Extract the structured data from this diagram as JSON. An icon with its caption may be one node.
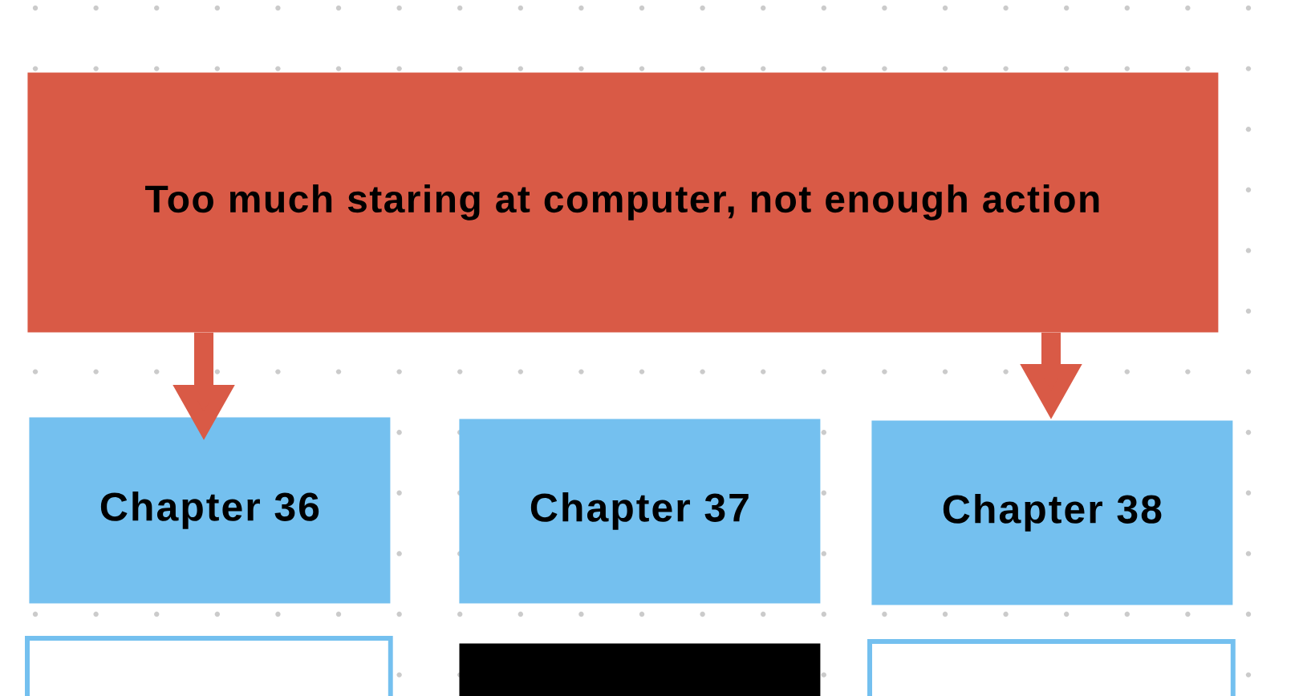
{
  "diagram": {
    "nodes": [
      {
        "text": [
          "Too much staring at computer, not enough action"
        ]
      },
      {
        "text": [
          "Chapter 36"
        ]
      },
      {
        "text": [
          "Chapter 37"
        ]
      },
      {
        "text": [
          "Chapter 38"
        ]
      },
      {
        "text": [],
        "shape": "box"
      },
      {
        "text": [],
        "shape": "box"
      },
      {
        "text": [],
        "shape": "box"
      }
    ],
    "edges": [
      {
        "from": 0,
        "to": 1,
        "arrow": "to"
      },
      {
        "from": 0,
        "to": 3,
        "arrow": "to"
      }
    ]
  }
}
